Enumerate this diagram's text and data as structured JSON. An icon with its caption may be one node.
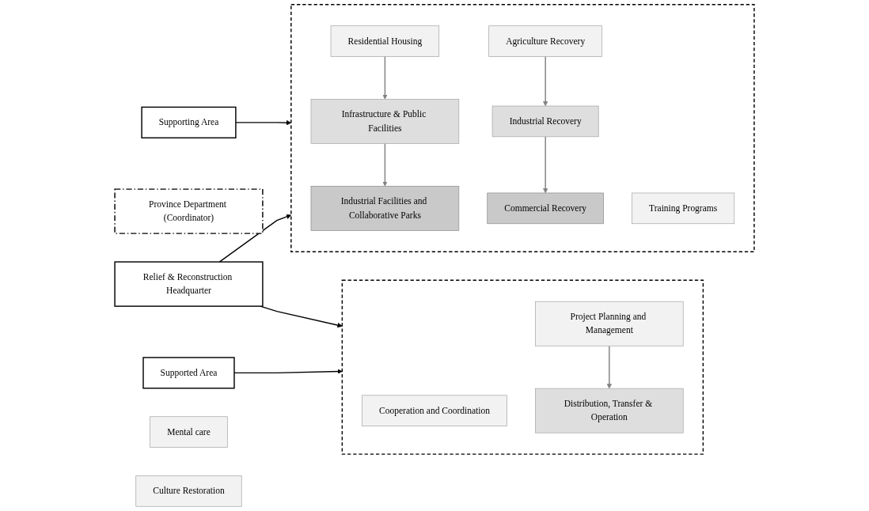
{
  "diagram": {
    "nodes": [
      {
        "text": [
          "Supporting Area"
        ]
      },
      {
        "text": [
          "Province Department (Coordinator)"
        ]
      },
      {
        "text": [
          "Relief & Reconstruction Headquarter"
        ]
      },
      {
        "text": [
          "Supported Area"
        ]
      },
      {
        "text": [],
        "shape": "box"
      },
      {
        "text": [
          "Residential Housing"
        ],
        "in": 4
      },
      {
        "text": [
          "Infrastructure & Public Facilities"
        ],
        "in": 4
      },
      {
        "text": [
          "Industrial Facilities and Collaborative Parks"
        ],
        "in": 4
      },
      {
        "text": [
          "Agriculture Recovery"
        ],
        "in": 4
      },
      {
        "text": [
          "Industrial Recovery"
        ],
        "in": 4
      },
      {
        "text": [
          "Commercial Recovery"
        ],
        "in": 4
      },
      {
        "text": [
          "Training Programs"
        ],
        "in": 4
      },
      {
        "text": [],
        "shape": "box"
      },
      {
        "text": [
          "Mental care"
        ]
      },
      {
        "text": [
          "Culture Restoration"
        ]
      },
      {
        "text": [
          "Cooperation and Coordination"
        ],
        "in": 12
      },
      {
        "text": [
          "Project Planning and Management"
        ],
        "in": 12
      },
      {
        "text": [
          "Distribution, Transfer & Operation"
        ],
        "in": 12
      }
    ],
    "edges": [
      {
        "from": 0,
        "to": 4,
        "arrow": "to",
        "color": "#000000"
      },
      {
        "from": 2,
        "to": 4,
        "arrow": "to",
        "color": "#000000"
      },
      {
        "from": 2,
        "to": 12,
        "arrow": "to",
        "color": "#000000"
      },
      {
        "from": 3,
        "to": 12,
        "arrow": "to",
        "color": "#000000"
      },
      {
        "from": 5,
        "to": 6,
        "arrow": "to"
      },
      {
        "from": 6,
        "to": 7,
        "arrow": "to"
      },
      {
        "from": 8,
        "to": 9,
        "arrow": "to"
      },
      {
        "from": 9,
        "to": 10,
        "arrow": "to"
      },
      {
        "from": 16,
        "to": 17,
        "arrow": "to"
      }
    ]
  }
}
